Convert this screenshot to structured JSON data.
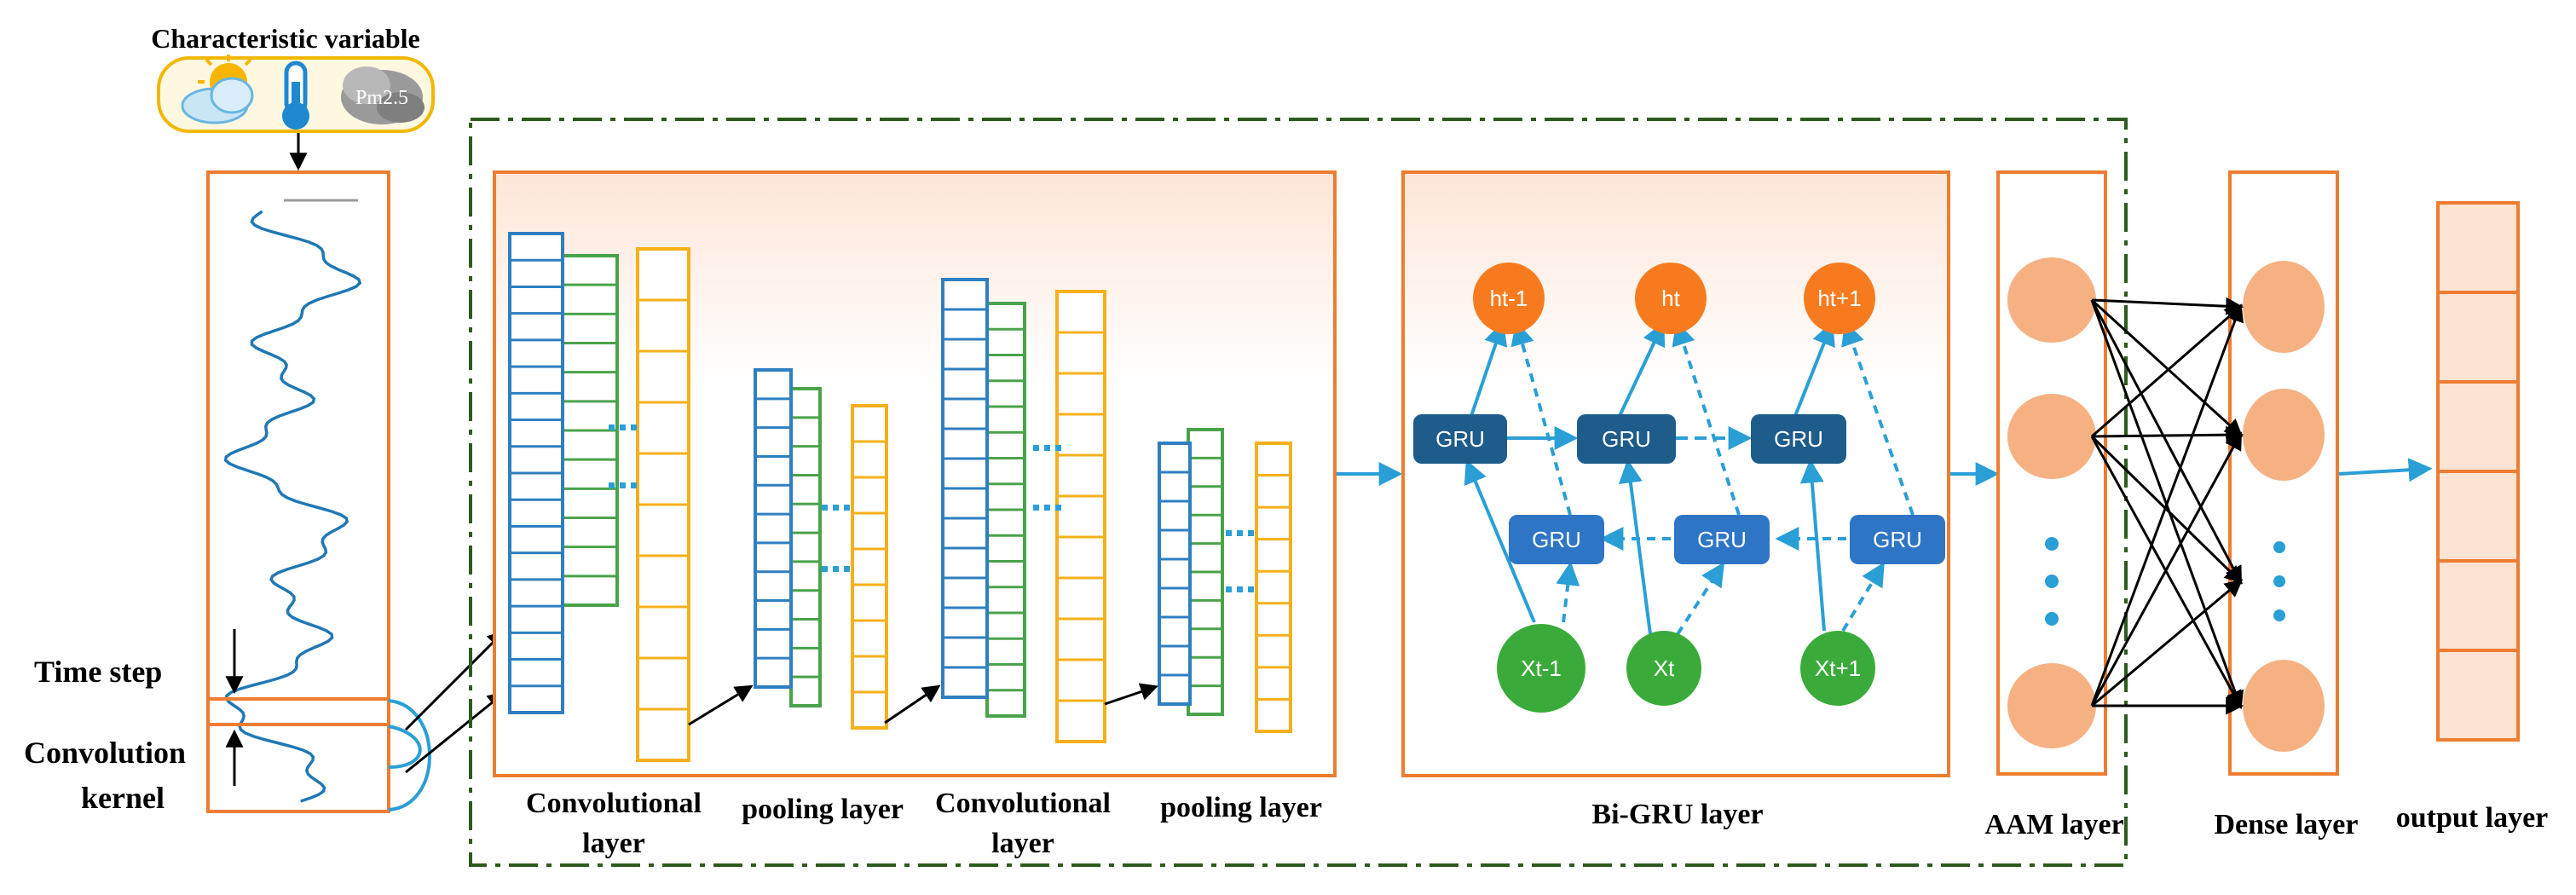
{
  "labels": {
    "characteristic_variable": "Characteristic variable",
    "time_step": "Time step",
    "convolution_kernel_1": "Convolution",
    "convolution_kernel_2": "kernel",
    "conv_layer_1a": "Convolutional",
    "conv_layer_1b": "layer",
    "pooling_layer_1": "pooling layer",
    "conv_layer_2a": "Convolutional",
    "conv_layer_2b": "layer",
    "pooling_layer_2": "pooling layer",
    "bigru_layer": "Bi-GRU layer",
    "aam_layer": "AAM layer",
    "dense_layer": "Dense layer",
    "output_layer": "output layer"
  },
  "input_icons": {
    "pm_text": "Pm2.5",
    "icons": [
      "weather-cloud-sun-icon",
      "thermometer-icon",
      "pm25-smog-icon"
    ]
  },
  "bigru": {
    "hidden": [
      "ht-1",
      "ht",
      "ht+1"
    ],
    "inputs": [
      "Xt-1",
      "Xt",
      "Xt+1"
    ],
    "forward_gru": [
      "GRU",
      "GRU",
      "GRU"
    ],
    "backward_gru": [
      "GRU",
      "GRU",
      "GRU"
    ]
  },
  "colors": {
    "orange_border": "#ed7d31",
    "series_blue": "#1f78b4",
    "arrow_blue": "#2a9fd6",
    "gru_blue": "#1e5c8c",
    "gru_blue_light": "#2e75c5",
    "hidden_orange": "#f77b1e",
    "input_green": "#3aab3a",
    "neuron_peach": "#f6b183",
    "output_cell": "#fde3d3",
    "frame_green": "#2e5a1e",
    "pooling_yellow": "#f4b01b",
    "column_green": "#4aa24a"
  }
}
